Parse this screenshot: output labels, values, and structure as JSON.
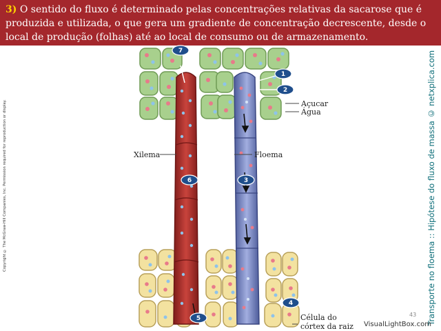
{
  "header": {
    "number": "3)",
    "text": " O sentido do fluxo é determinado pelas concentrações relativas da sacarose que é produzida e utilizada, o que gera um gradiente de concentração decrescente, desde o local de produção (folhas) até ao local de consumo ou de armazenamento."
  },
  "copyright": "Copyright © The McGraw-Hill Companies, Inc. Permission required for reproduction or display.",
  "side_title": "Transporte no floema :: Hipótese do fluxo de massa © netxplica.com",
  "page_number": "43",
  "watermark": "VisualLightBox.com",
  "diagram": {
    "labels": {
      "acucar": "Açucar",
      "agua": "Água",
      "xilema": "Xilema",
      "floema": "Floema",
      "celula_line1": "Célula do",
      "celula_line2": "córtex da raiz"
    },
    "steps": [
      "1",
      "2",
      "3",
      "4",
      "5",
      "6",
      "7"
    ],
    "colors": {
      "banner": "#a4272c",
      "leaf_cell": "#a8d08d",
      "root_cell": "#f3e2a0",
      "xylem": "#b8322e",
      "phloem": "#7e8cc4",
      "badge": "#1f4e8c",
      "sugar": "#e87a8a",
      "water": "#8ec3ea"
    }
  }
}
